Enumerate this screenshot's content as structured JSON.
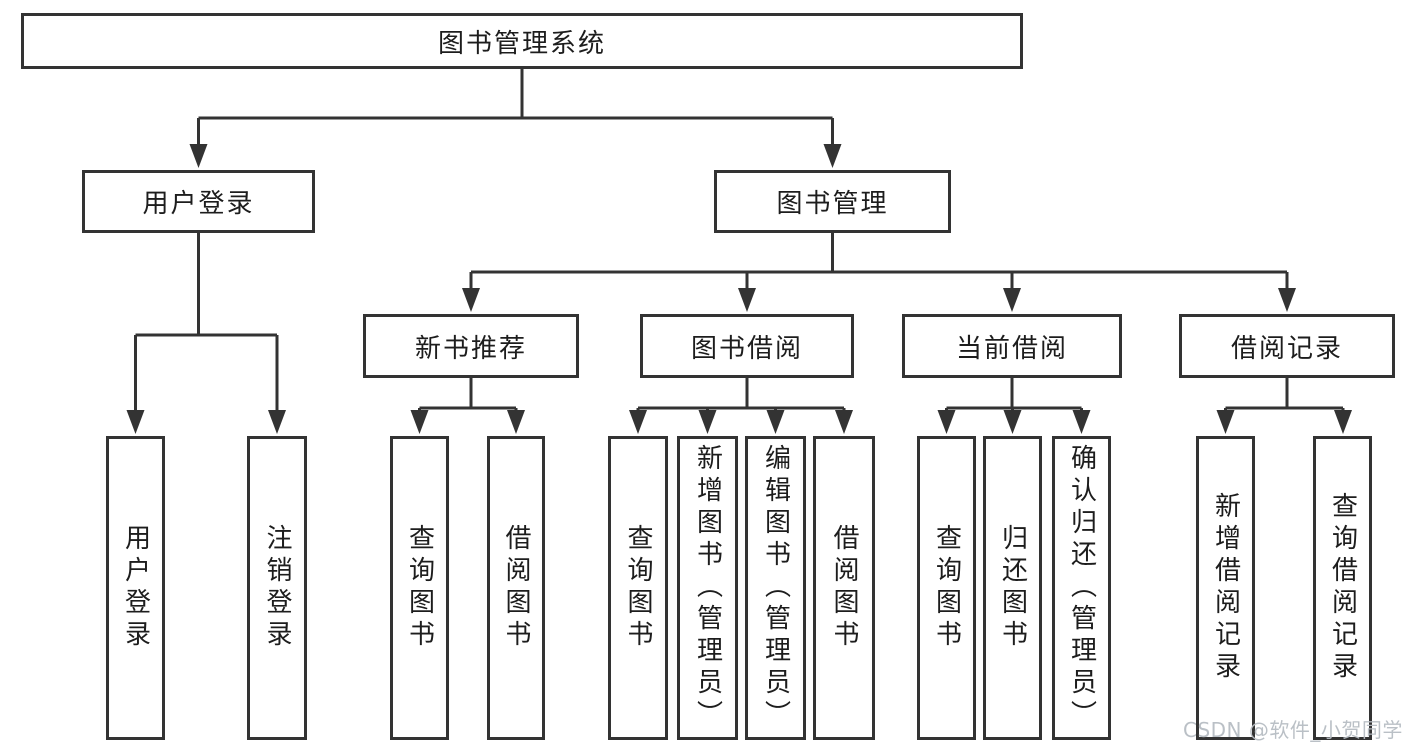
{
  "colors": {
    "line": "#333333",
    "text": "#1d1d1d",
    "watermark": "#b7bdc3",
    "background": "#ffffff"
  },
  "watermark": {
    "text": "CSDN @软件_小贺同学"
  },
  "tree": {
    "root": {
      "label": "图书管理系统"
    },
    "level2": [
      {
        "label": "用户登录"
      },
      {
        "label": "图书管理"
      }
    ],
    "level3": [
      {
        "label": "新书推荐"
      },
      {
        "label": "图书借阅"
      },
      {
        "label": "当前借阅"
      },
      {
        "label": "借阅记录"
      }
    ],
    "leaves": {
      "user": [
        "用户登录",
        "注销登录"
      ],
      "newbook": [
        "查询图书",
        "借阅图书"
      ],
      "borrow": [
        "查询图书",
        "新增图书（管理员）",
        "编辑图书（管理员）",
        "借阅图书"
      ],
      "current": [
        "查询图书",
        "归还图书",
        "确认归还（管理员）"
      ],
      "records": [
        "新增借阅记录",
        "查询借阅记录"
      ]
    }
  }
}
